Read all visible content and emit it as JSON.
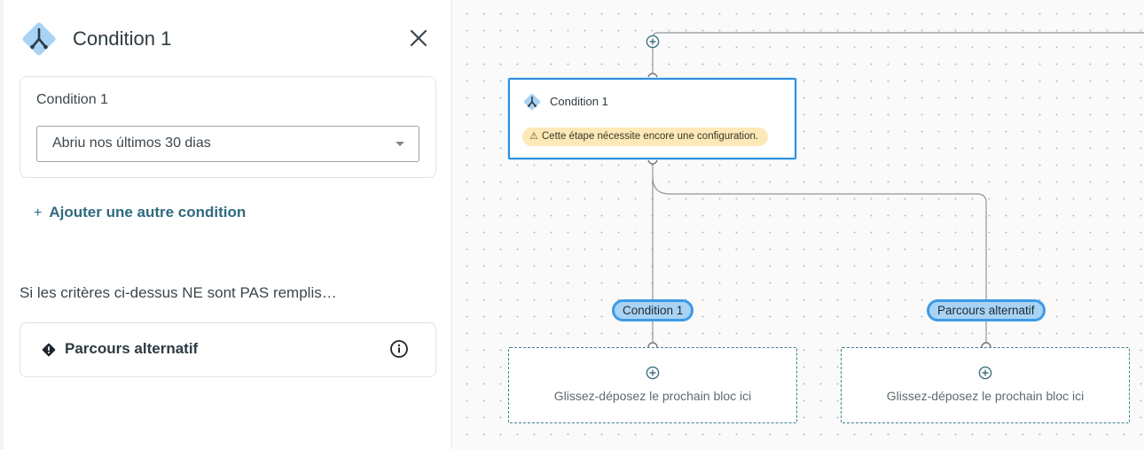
{
  "panel": {
    "title": "Condition 1",
    "condition_card": {
      "label": "Condition 1",
      "select_value": "Abriu nos últimos 30 dias"
    },
    "add_condition_label": "Ajouter une autre condition",
    "else_text": "Si les critères ci-dessus NE sont PAS remplis…",
    "alternative_card": {
      "label": "Parcours alternatif"
    }
  },
  "canvas": {
    "node": {
      "title": "Condition 1",
      "warning": "Cette étape nécessite encore une configuration."
    },
    "branches": [
      {
        "label": "Condition 1",
        "dropzone_text": "Glissez-déposez le prochain bloc ici"
      },
      {
        "label": "Parcours alternatif",
        "dropzone_text": "Glissez-déposez le prochain bloc ici"
      }
    ]
  },
  "colors": {
    "accent_blue": "#2e90e0",
    "pill_fill": "#a9d3f5",
    "teal_link": "#2f6a7e",
    "warning_bg": "#fde8b8",
    "icon_diamond": "#a9d3f5"
  },
  "icons": [
    "split-icon",
    "close-icon",
    "plus-icon",
    "warning-diamond-icon",
    "info-icon",
    "warning-triangle-icon",
    "add-step-icon"
  ]
}
